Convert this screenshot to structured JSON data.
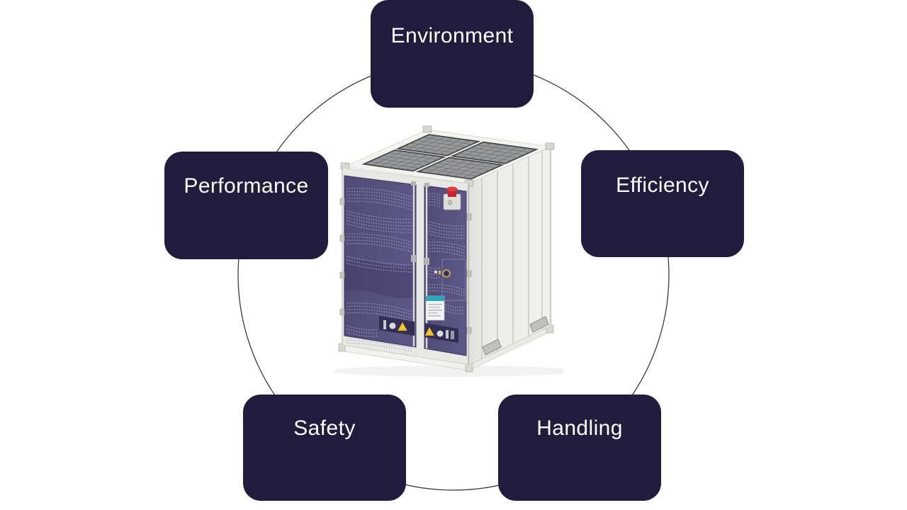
{
  "diagram": {
    "center_illustration": "containerized-battery-energy-storage-unit",
    "nodes": [
      {
        "id": "environment",
        "label": "Environment",
        "position": "top"
      },
      {
        "id": "performance",
        "label": "Performance",
        "position": "left"
      },
      {
        "id": "efficiency",
        "label": "Efficiency",
        "position": "right"
      },
      {
        "id": "safety",
        "label": "Safety",
        "position": "bottom-left"
      },
      {
        "id": "handling",
        "label": "Handling",
        "position": "bottom-right"
      }
    ],
    "colors": {
      "background": "#ffffff",
      "node_bg": "#211c3e",
      "node_text": "#ffffff",
      "circle_stroke": "#3d3a44",
      "container_white": "#e9e9e5",
      "container_roof": "#f3f3ef",
      "door_purple": "#57517d",
      "grille_grey": "#97999a",
      "warning_yellow": "#f2c430",
      "estop_red": "#c9252c",
      "label_teal": "#2ba8c0"
    }
  }
}
